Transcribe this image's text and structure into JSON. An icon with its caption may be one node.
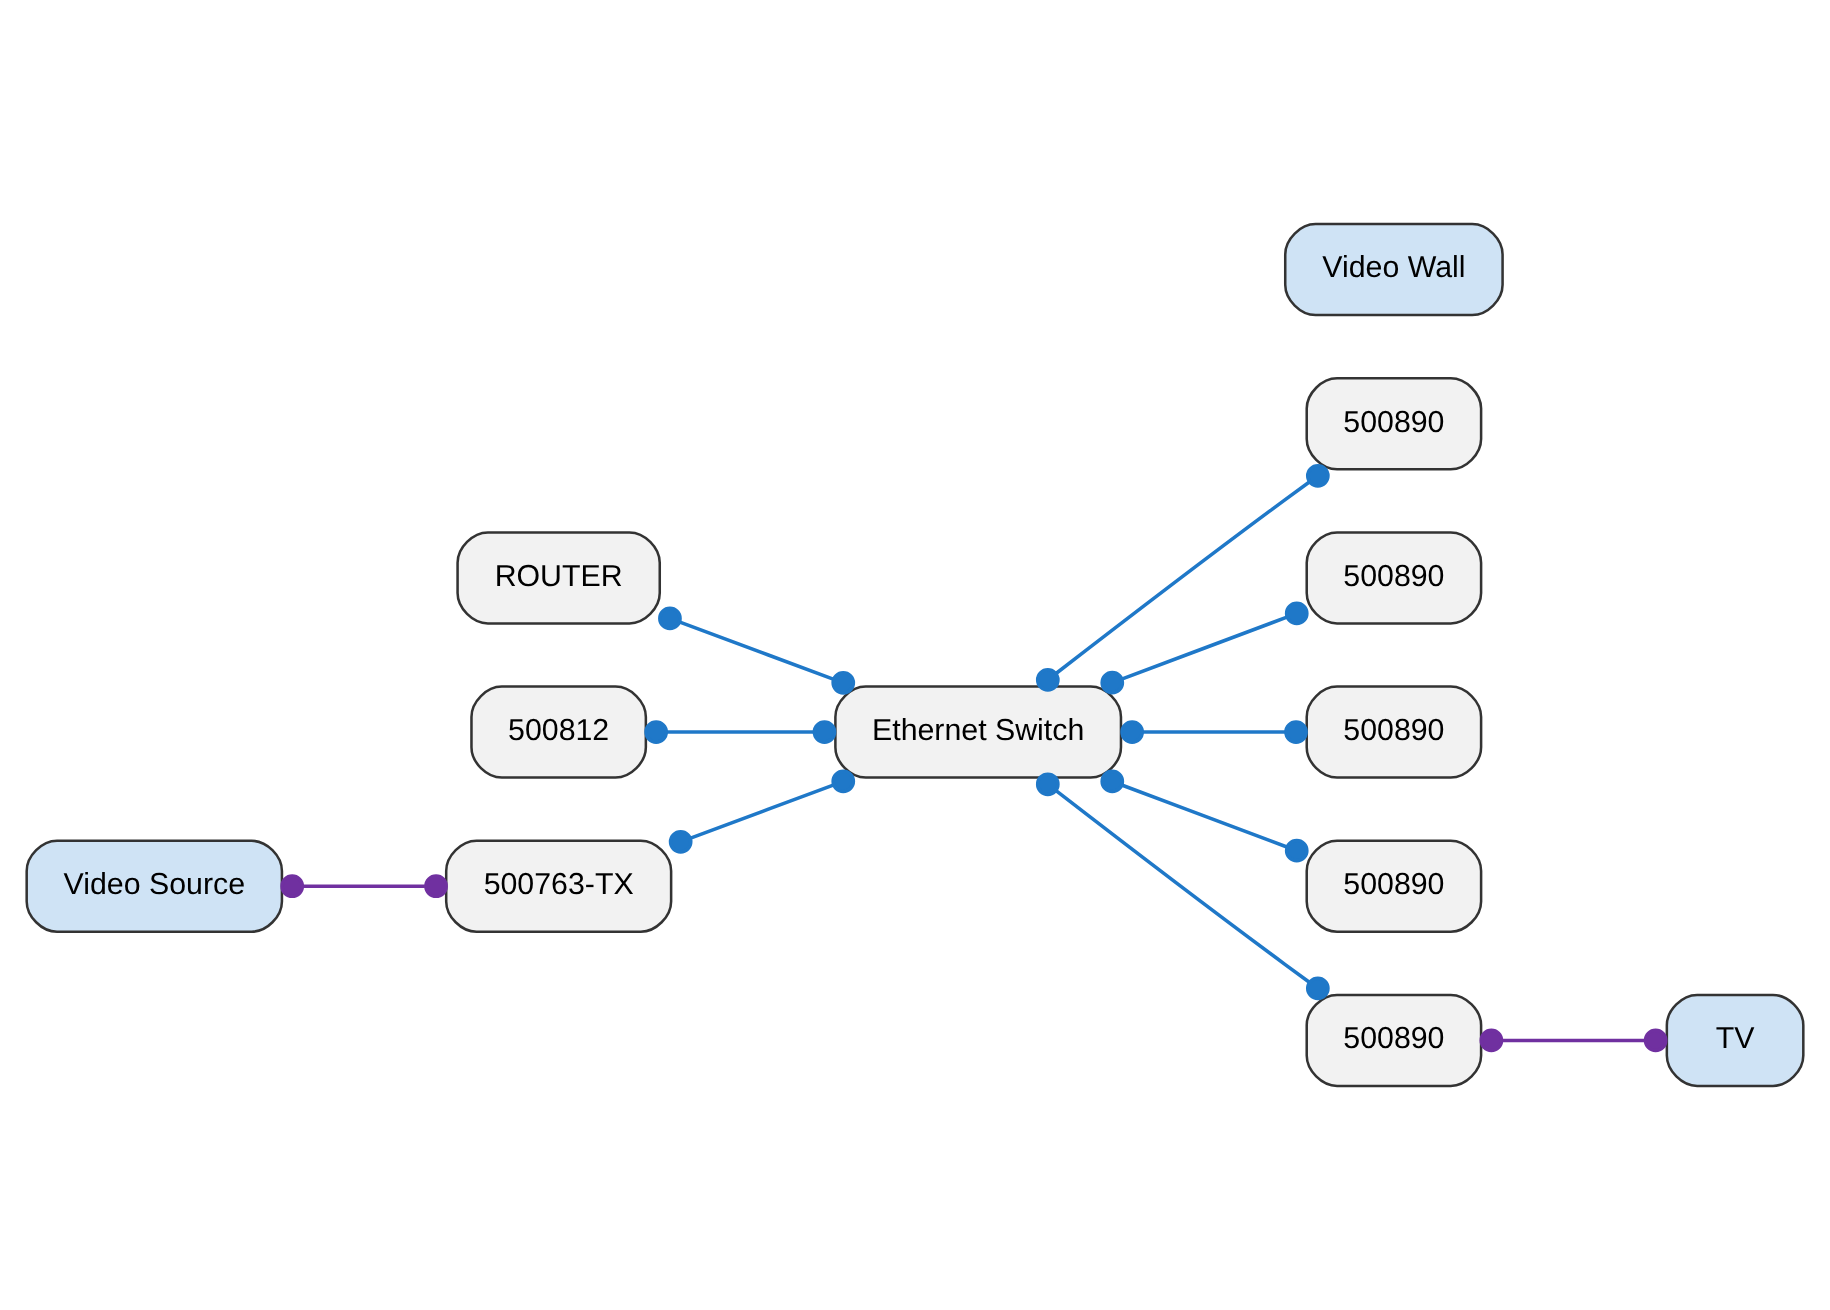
{
  "diagram": {
    "nodes": [
      {
        "text": [
          "ROUTER"
        ]
      },
      {
        "text": [
          "500812"
        ]
      },
      {
        "text": [
          "Video Source"
        ]
      },
      {
        "text": [
          "500763-TX"
        ]
      },
      {
        "text": [
          "Ethernet Switch"
        ]
      },
      {
        "text": [
          "500890"
        ]
      },
      {
        "text": [
          "500890"
        ]
      },
      {
        "text": [
          "Video Wall"
        ]
      },
      {
        "text": [
          "500890"
        ]
      },
      {
        "text": [
          "500890"
        ]
      },
      {
        "text": [
          "TV"
        ]
      },
      {
        "text": [
          "500890"
        ]
      }
    ],
    "edges": [
      {
        "from": 0,
        "to": 4,
        "arrow": "other"
      },
      {
        "from": 1,
        "to": 4,
        "arrow": "other"
      },
      {
        "from": 2,
        "to": 3,
        "arrow": "other",
        "color": "#7030a0"
      },
      {
        "from": 3,
        "to": 4,
        "arrow": "other"
      },
      {
        "from": 4,
        "to": 5,
        "arrow": "other"
      },
      {
        "from": 4,
        "to": 6,
        "arrow": "other"
      },
      {
        "from": 4,
        "to": 8,
        "arrow": "other"
      },
      {
        "from": 4,
        "to": 9,
        "arrow": "other"
      },
      {
        "from": 4,
        "to": 11,
        "arrow": "other"
      },
      {
        "from": 11,
        "to": 10,
        "arrow": "other",
        "color": "#7030a0"
      }
    ]
  }
}
